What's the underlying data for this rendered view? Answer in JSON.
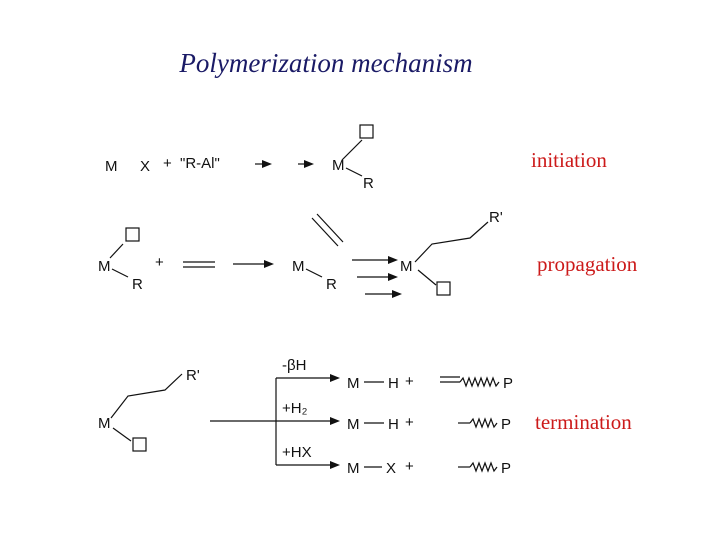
{
  "title": "Polymerization mechanism",
  "labels": {
    "initiation": "initiation",
    "propagation": "propagation",
    "termination": "termination"
  },
  "initiation": {
    "metal": "M",
    "halide": "X",
    "plus": "+",
    "reagent": "\"R-Al\"",
    "product_metal": "M",
    "product_alkyl": "R"
  },
  "propagation": {
    "metal": "M",
    "alkyl": "R",
    "plus": "+",
    "complex_metal": "M",
    "complex_alkyl": "R",
    "product_metal": "M",
    "product_chain": "R'"
  },
  "termination": {
    "start_metal": "M",
    "start_chain": "R'",
    "routes": [
      {
        "reagent": "-βH",
        "metal": "M",
        "leaving": "H",
        "plus": "+",
        "polymer": "P"
      },
      {
        "reagent": "+H₂",
        "metal": "M",
        "leaving": "H",
        "plus": "+",
        "polymer": "P"
      },
      {
        "reagent": "+HX",
        "metal": "M",
        "leaving": "X",
        "plus": "+",
        "polymer": "P"
      }
    ]
  },
  "colors": {
    "title": "#1a1a66",
    "stage_label": "#cc1a1a",
    "structure": "#111111"
  }
}
